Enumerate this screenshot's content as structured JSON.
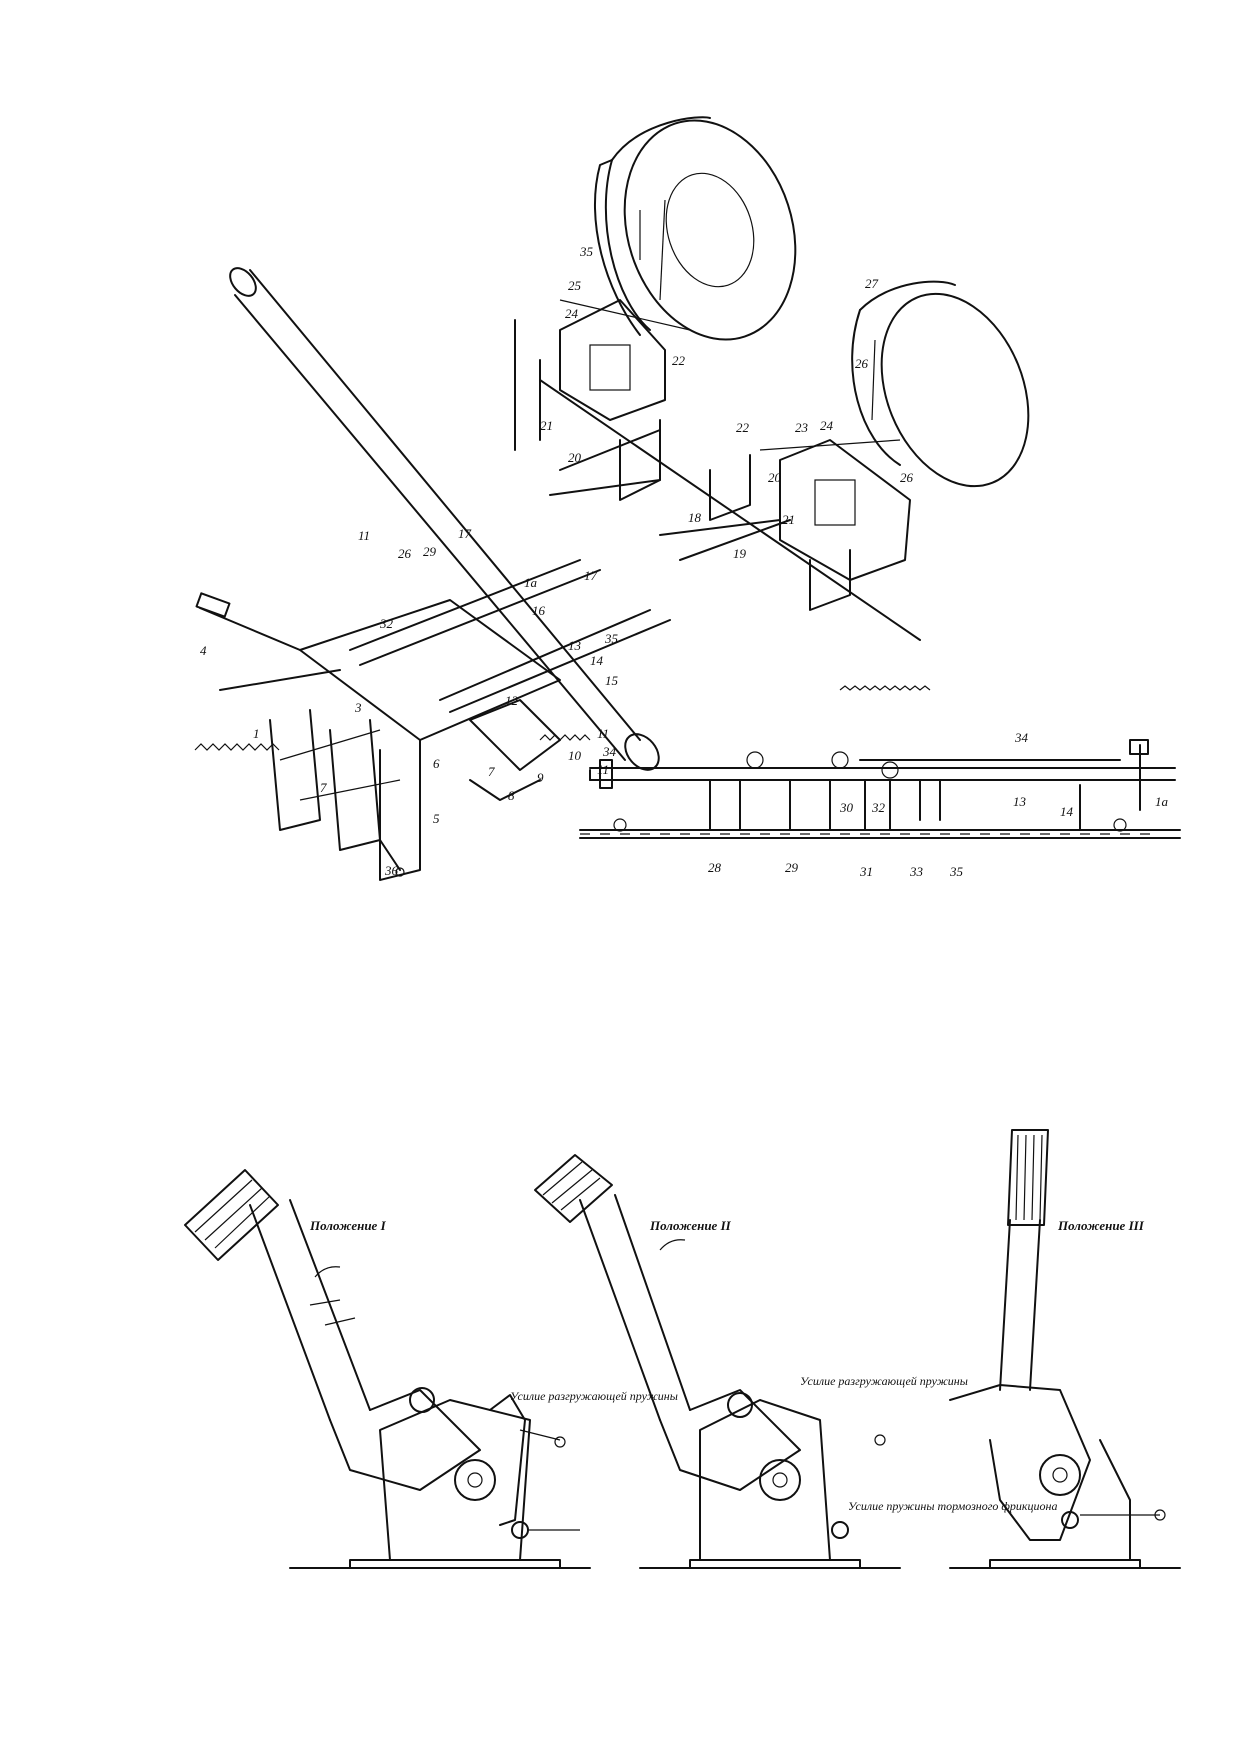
{
  "figure_top": {
    "callouts": [
      "35",
      "25",
      "24",
      "22",
      "27",
      "26",
      "21",
      "20",
      "22",
      "23",
      "24",
      "20",
      "26",
      "21",
      "18",
      "19",
      "11",
      "26",
      "29",
      "17",
      "1a",
      "17",
      "4",
      "16",
      "35",
      "32",
      "13",
      "14",
      "15",
      "1",
      "3",
      "12",
      "11",
      "10",
      "7",
      "6",
      "7",
      "8",
      "9",
      "5",
      "36",
      "34",
      "34",
      "13",
      "14",
      "1a",
      "11",
      "30",
      "32",
      "28",
      "29",
      "31",
      "33",
      "35"
    ]
  },
  "figure_bottom": {
    "positions": [
      {
        "label": "Положение I",
        "spring_note": "Усилие разгружающей пружины"
      },
      {
        "label": "Положение II",
        "spring_note": "Усилие разгружающей пружины",
        "brake_note": "Усилие пружины тормозного фрикциона"
      },
      {
        "label": "Положение III"
      }
    ]
  }
}
